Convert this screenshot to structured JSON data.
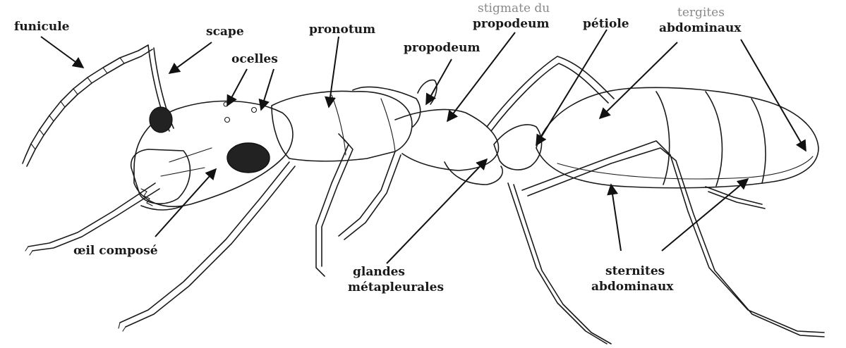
{
  "labels": {
    "funicule": "funicule",
    "scape": "scape",
    "pronotum": "pronotum",
    "stigmate_line1": "stigmate du",
    "stigmate_line2": "propodeum",
    "propodeum": "propodeum",
    "petiole": "pétiole",
    "tergites_line1": "tergites",
    "tergites_line2": "abdominaux",
    "ocelles": "ocelles",
    "oeil": "œil composé",
    "glandes_line1": "glandes",
    "glandes_line2": "métapleurales",
    "sternites_line1": "sternites",
    "sternites_line2": "abdominaux"
  },
  "colors": {
    "ink": "#1a1a1a",
    "faint_label": "#8a8a8a",
    "background": "#ffffff"
  }
}
